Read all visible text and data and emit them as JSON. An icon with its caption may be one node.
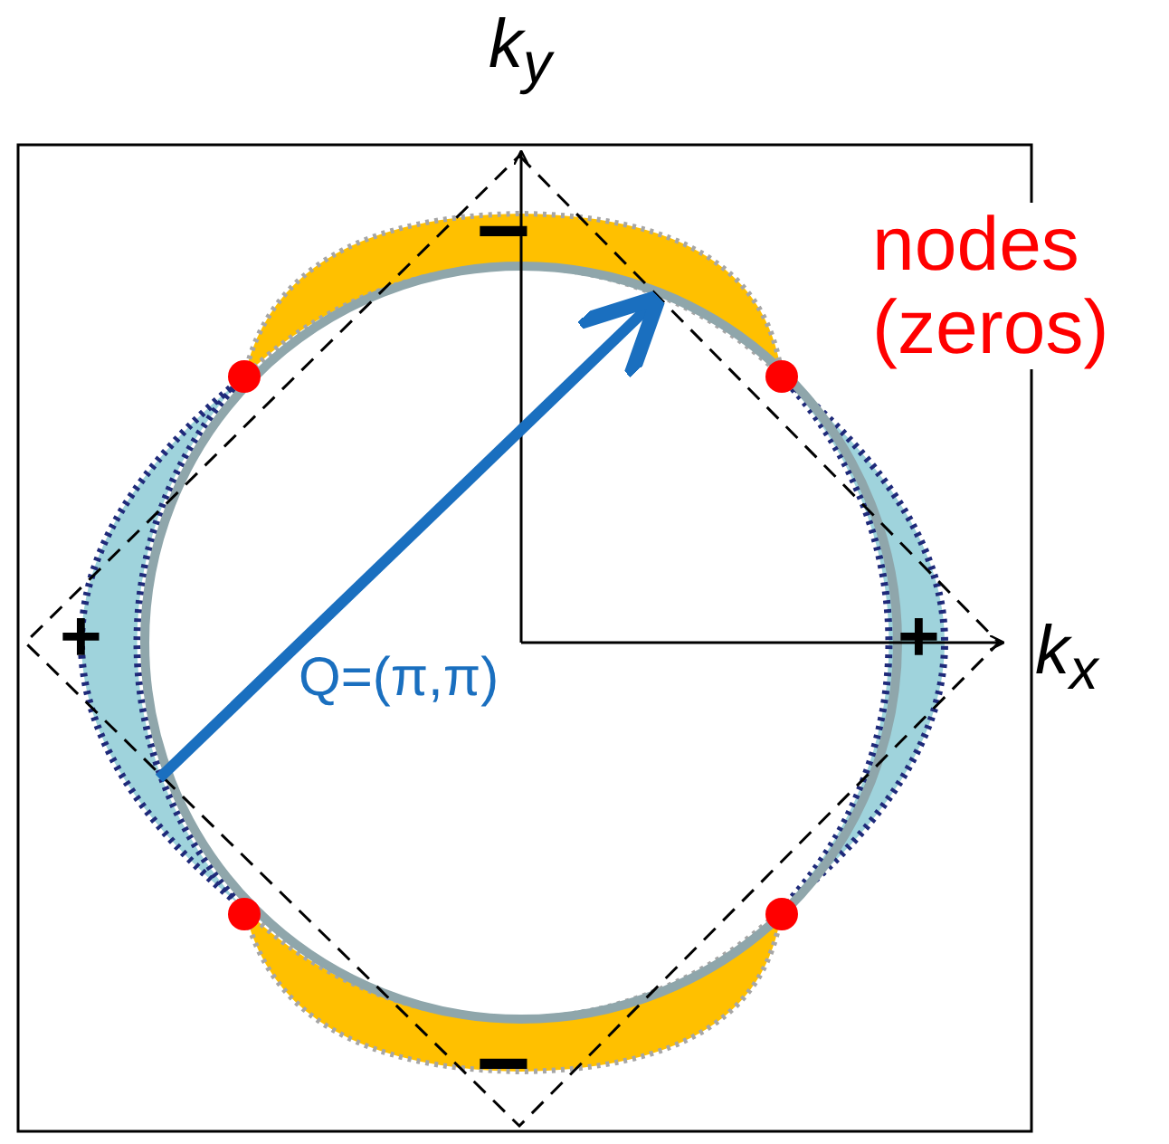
{
  "diagram": {
    "labels": [
      "*k*$_{y}$",
      "nodes (zeros)",
      "−",
      "+",
      "+",
      "*k*$_{x}$",
      "Q=(π,π)",
      "−"
    ]
  }
}
